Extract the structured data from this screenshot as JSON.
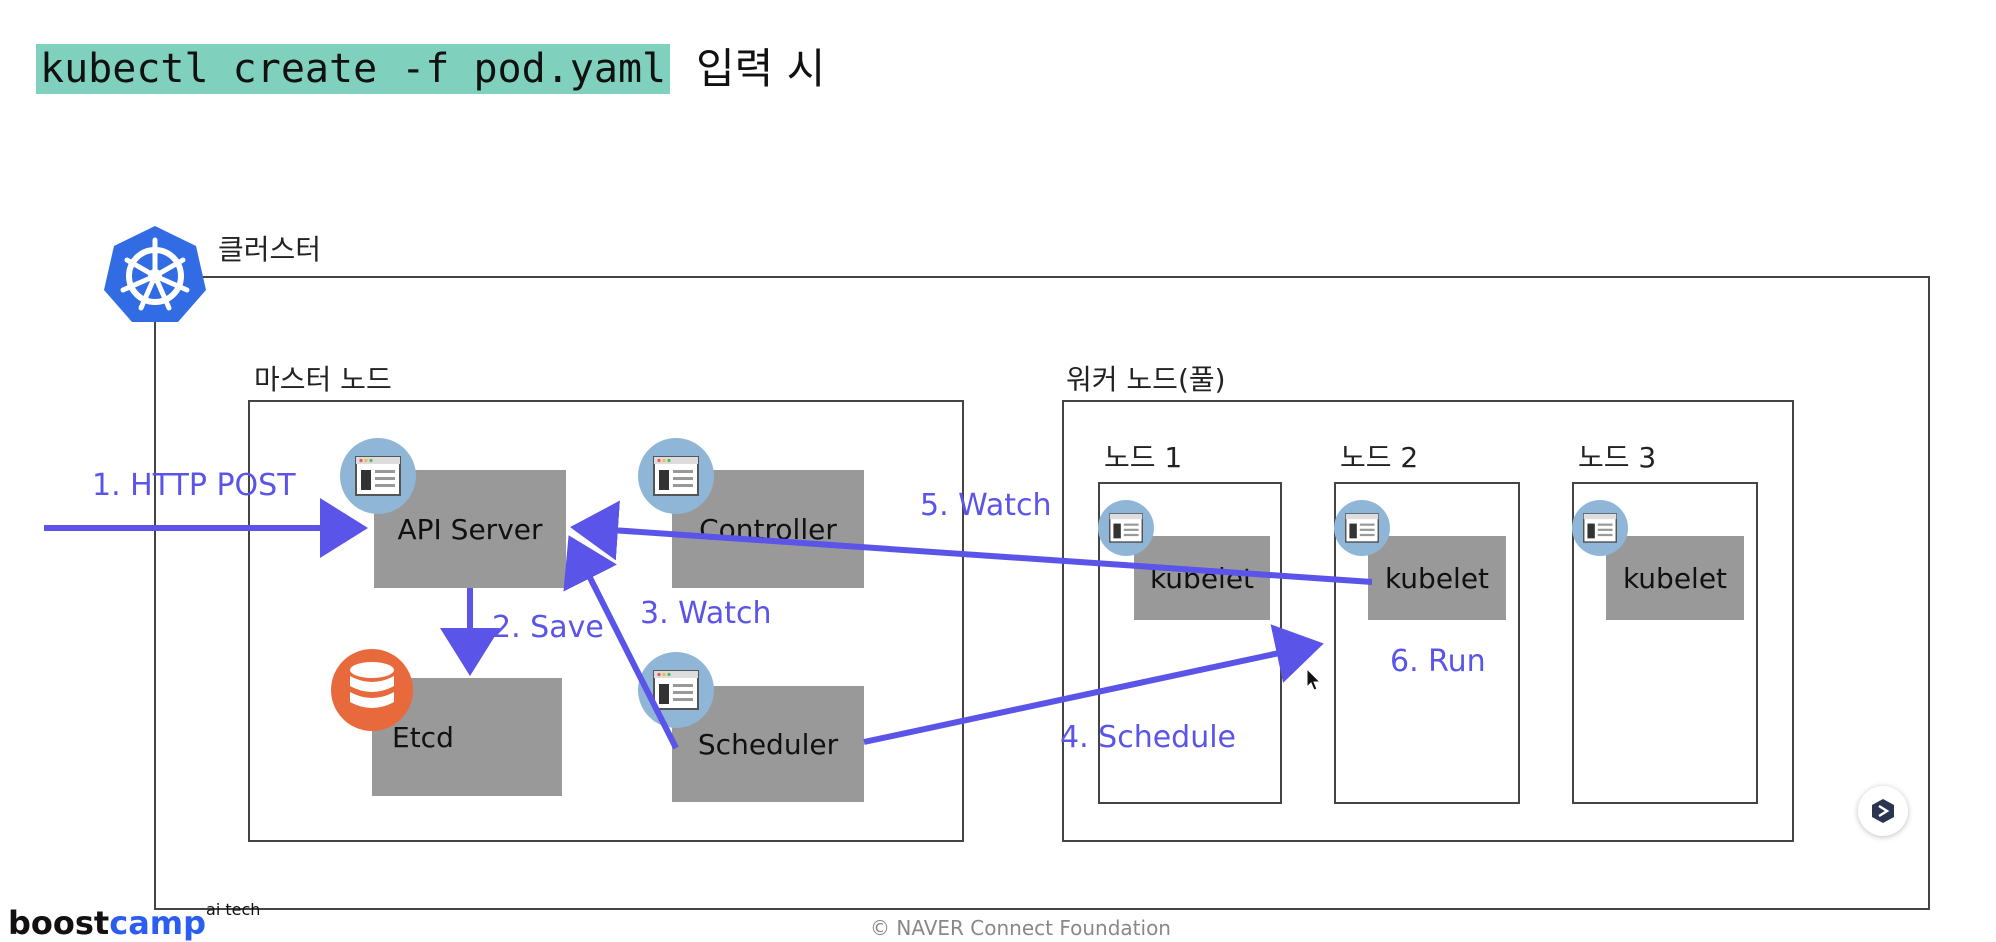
{
  "title": {
    "command": "kubectl create -f pod.yaml",
    "suffix": "입력 시"
  },
  "diagram": {
    "cluster_label": "클러스터",
    "master_label": "마스터 노드",
    "worker_label": "워커 노드(풀)",
    "components": {
      "api_server": "API Server",
      "controller": "Controller",
      "etcd": "Etcd",
      "scheduler": "Scheduler"
    },
    "nodes": [
      {
        "label": "노드 1",
        "kubelet": "kubelet"
      },
      {
        "label": "노드 2",
        "kubelet": "kubelet"
      },
      {
        "label": "노드 3",
        "kubelet": "kubelet"
      }
    ],
    "steps": {
      "s1": "1. HTTP POST",
      "s2": "2. Save",
      "s3": "3. Watch",
      "s4": "4. Schedule",
      "s5": "5. Watch",
      "s6": "6. Run"
    }
  },
  "footer": {
    "copyright": "©  NAVER Connect Foundation",
    "brand_main": "boost",
    "brand_accent": "camp",
    "brand_sup": "ai tech"
  },
  "colors": {
    "arrow": "#5a54e8",
    "highlight": "#7fd1bd",
    "kube_blue": "#326ce5",
    "etcd_orange": "#e86a3c"
  }
}
